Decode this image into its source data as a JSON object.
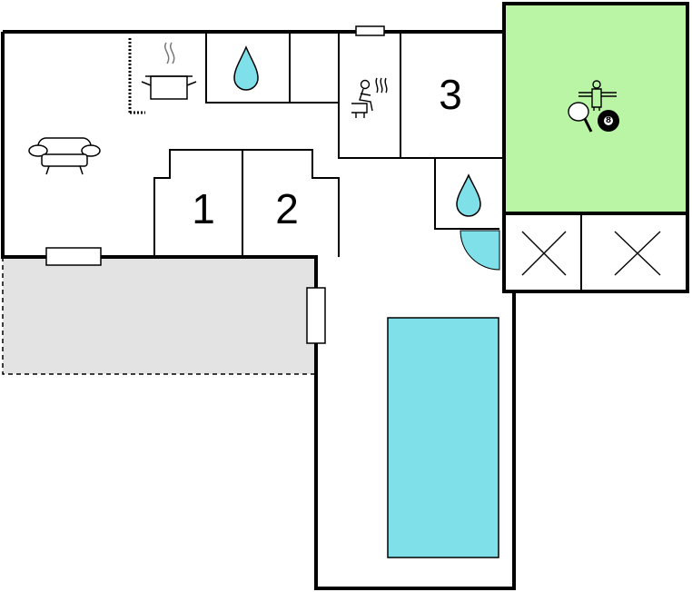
{
  "rooms": {
    "bedroom_1": {
      "label": "1"
    },
    "bedroom_2": {
      "label": "2"
    },
    "bedroom_3": {
      "label": "3"
    }
  },
  "icons": {
    "living": "sofa-icon",
    "kitchen": "cooking-pot-icon",
    "bathroom": "water-drop-icon",
    "sauna": "sauna-icon",
    "games": "table-football-icon",
    "table_tennis": "table-tennis-icon",
    "billiards": "billiard-ball-icon",
    "storage": "cross-icon"
  },
  "colors": {
    "wall": "#000000",
    "terrace": "#e3e3e3",
    "pool": "#7fe0ea",
    "games_room": "#b9f5a5",
    "water": "#7fe0ea"
  }
}
